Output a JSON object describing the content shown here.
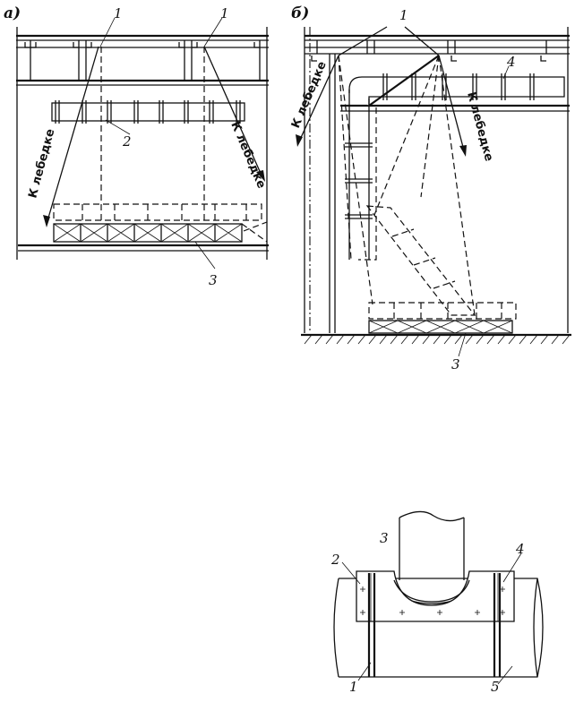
{
  "figure_a": {
    "title": "а)",
    "callouts": [
      "1",
      "1",
      "2",
      "3"
    ],
    "winch_left": "К лебедке",
    "winch_right": "К лебедке"
  },
  "figure_b": {
    "title": "б)",
    "callouts": [
      "1",
      "4",
      "3"
    ],
    "winch_left": "К лебедке",
    "winch_right": "К лебедке"
  },
  "figure_c": {
    "callouts": [
      "3",
      "2",
      "4",
      "1",
      "5"
    ]
  }
}
